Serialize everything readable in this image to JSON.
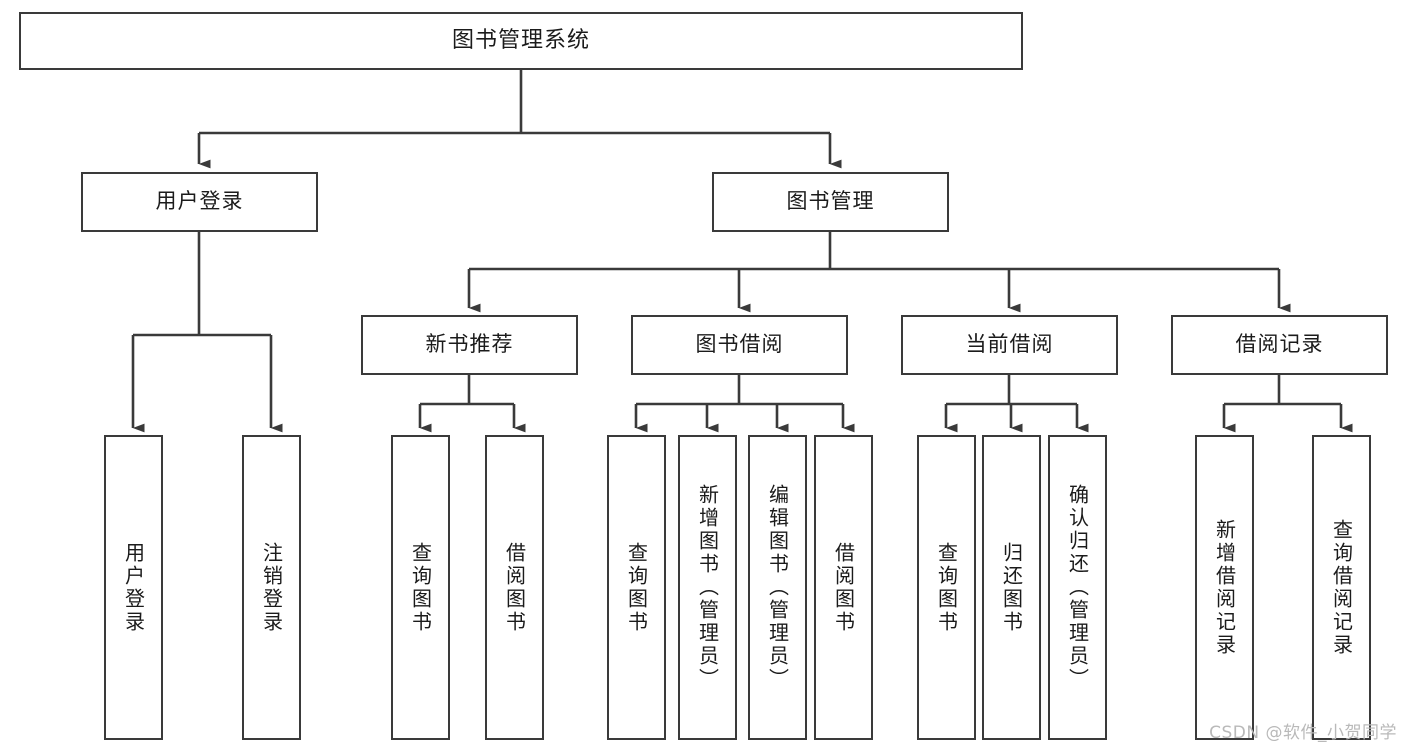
{
  "diagram": {
    "type": "tree",
    "title": "图书管理系统",
    "stroke_color": "#3a3a3a",
    "background_color": "#ffffff",
    "text_color": "#1b1b1b",
    "root": {
      "label": "图书管理系统"
    },
    "level1": [
      {
        "label": "用户登录"
      },
      {
        "label": "图书管理"
      }
    ],
    "level2": [
      {
        "label": "新书推荐"
      },
      {
        "label": "图书借阅"
      },
      {
        "label": "当前借阅"
      },
      {
        "label": "借阅记录"
      }
    ],
    "leaves": {
      "user_login": [
        {
          "label": "用户登录"
        },
        {
          "label": "注销登录"
        }
      ],
      "new_book_recommend": [
        {
          "label": "查询图书"
        },
        {
          "label": "借阅图书"
        }
      ],
      "book_borrow": [
        {
          "label": "查询图书"
        },
        {
          "label": "新增图书（管理员）"
        },
        {
          "label": "编辑图书（管理员）"
        },
        {
          "label": "借阅图书"
        }
      ],
      "current_borrow": [
        {
          "label": "查询图书"
        },
        {
          "label": "归还图书"
        },
        {
          "label": "确认归还（管理员）"
        }
      ],
      "borrow_record": [
        {
          "label": "新增借阅记录"
        },
        {
          "label": "查询借阅记录"
        }
      ]
    }
  },
  "watermark": {
    "text": "CSDN @软件_小贺同学",
    "color": "#b9b9b9"
  }
}
